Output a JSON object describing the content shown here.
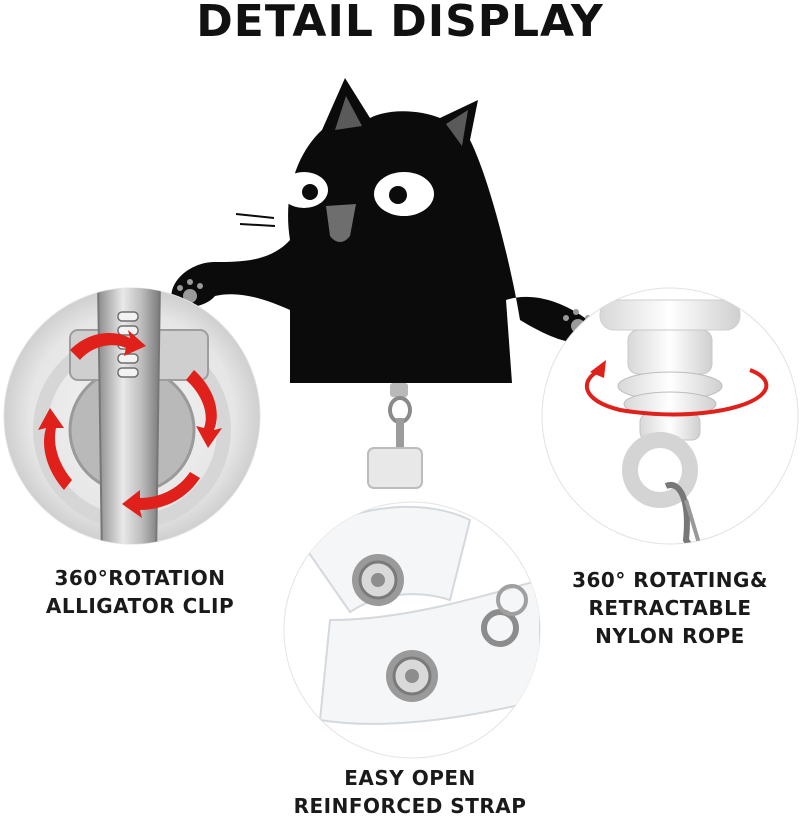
{
  "title": "DETAIL DISPLAY",
  "captions": {
    "left": [
      "360°ROTATION",
      "ALLIGATOR CLIP"
    ],
    "right": [
      "360° ROTATING&",
      "RETRACTABLE",
      "NYLON ROPE"
    ],
    "bottom": [
      "EASY OPEN",
      "REINFORCED STRAP"
    ]
  },
  "colors": {
    "cat": "#0b0b0b",
    "arrow": "#e0201b",
    "eye": "#ffffff",
    "paw": "#9a9a9a"
  },
  "icons": [
    "black-cat",
    "alligator-clip",
    "rotation-arrows",
    "swivel-rope",
    "snap-strap"
  ]
}
